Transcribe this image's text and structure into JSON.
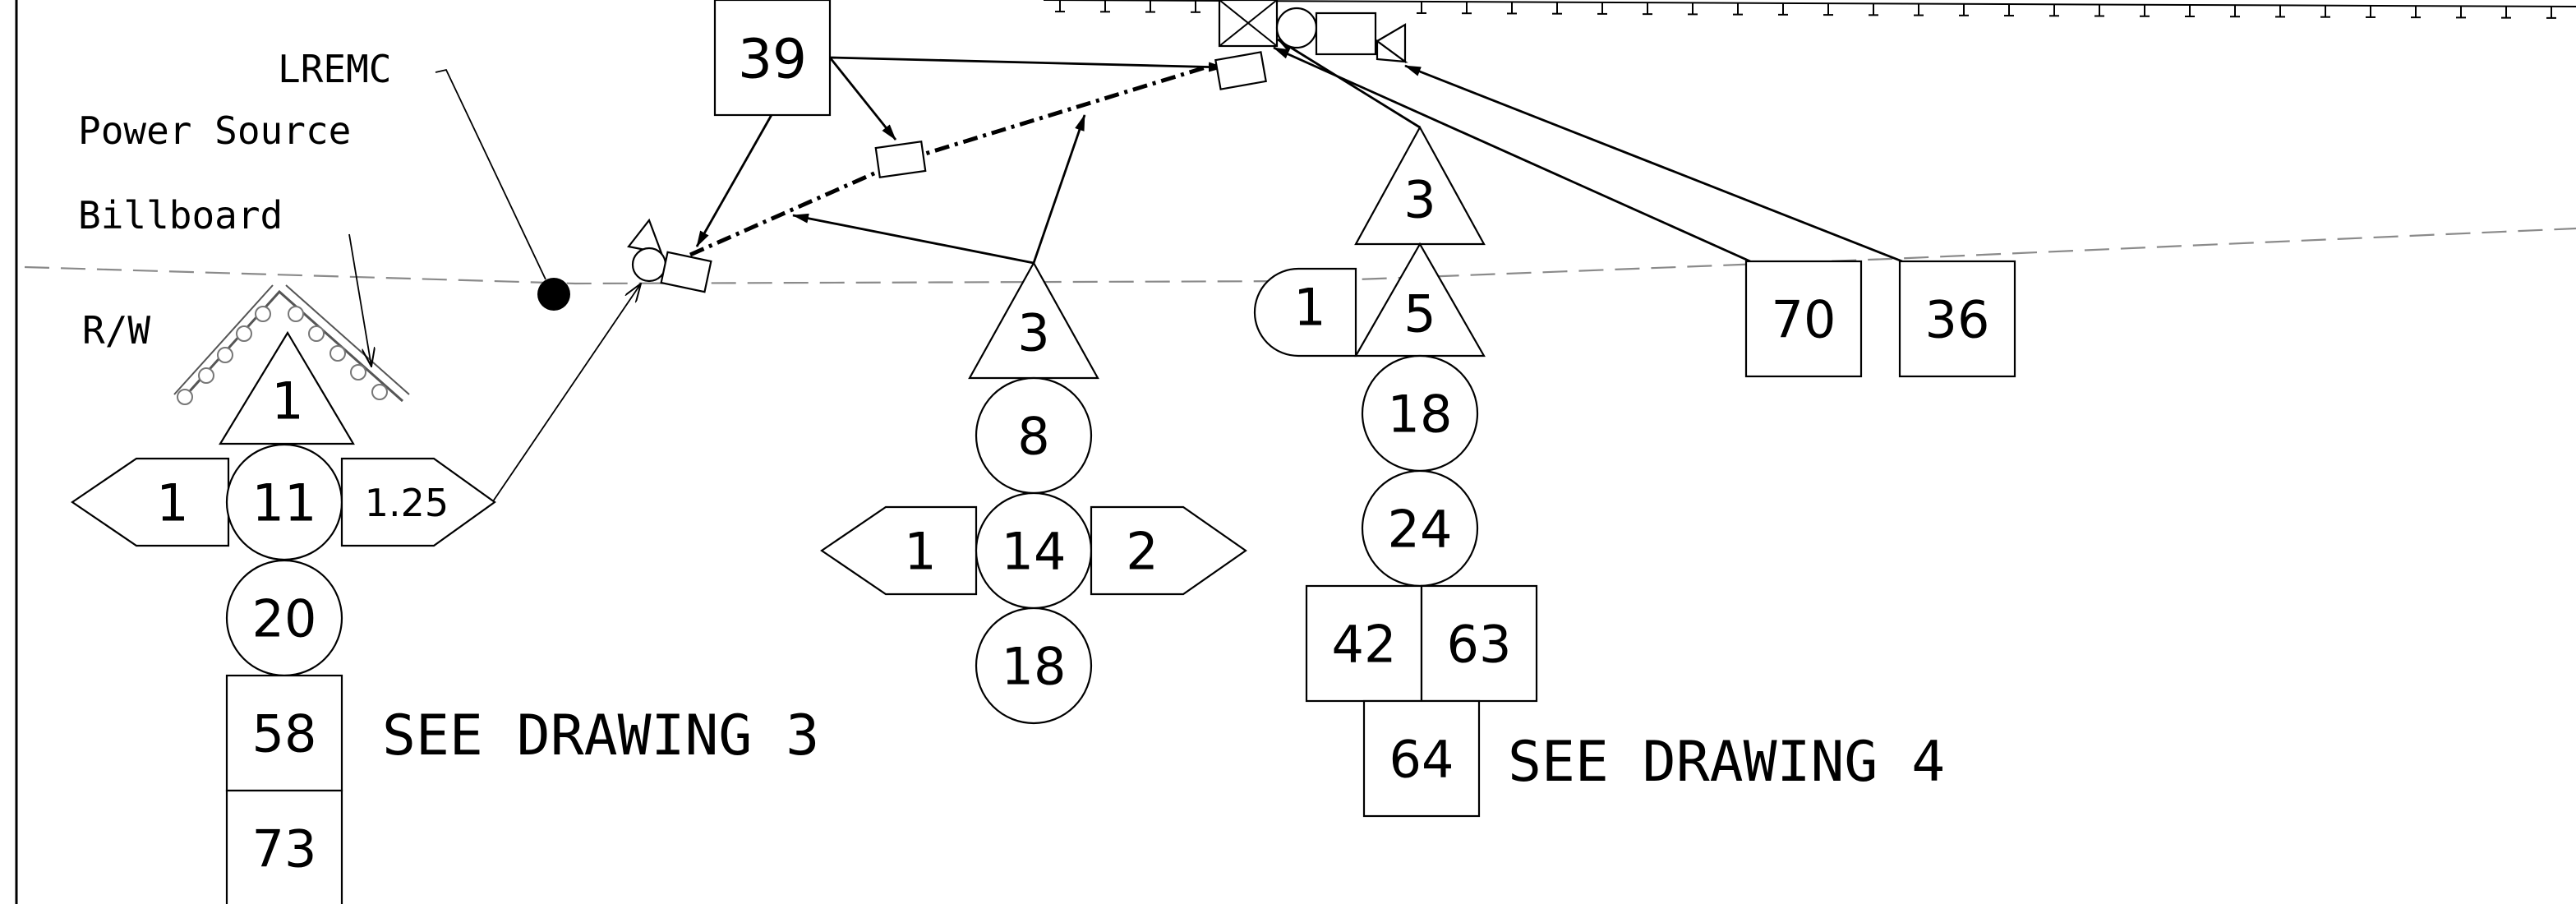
{
  "labels": {
    "lremc": "LREMC",
    "power_source": "Power Source",
    "billboard": "Billboard",
    "rw": "R/W",
    "see_drawing_3": "SEE DRAWING 3",
    "see_drawing_4": "SEE DRAWING 4"
  },
  "symbols": {
    "pole_39": "39",
    "cluster_a": {
      "triangle": "1",
      "left_arrow": "1",
      "center": "11",
      "right_arrow": "1.25",
      "circle_below": "20",
      "box_1": "58",
      "box_2": "73"
    },
    "cluster_b": {
      "triangle": "3",
      "circle_top": "8",
      "left_arrow": "1",
      "center": "14",
      "right_arrow": "2",
      "circle_bottom": "18"
    },
    "cluster_c": {
      "triangle_top": "3",
      "half_round": "1",
      "triangle": "5",
      "circle_1": "18",
      "circle_2": "24",
      "box_left": "42",
      "box_right": "63",
      "box_bottom": "64"
    },
    "box_70": "70",
    "box_36": "36"
  },
  "colors": {
    "ink": "#000000",
    "right_of_way_line": "#8a8a8a",
    "background": "#ffffff"
  }
}
